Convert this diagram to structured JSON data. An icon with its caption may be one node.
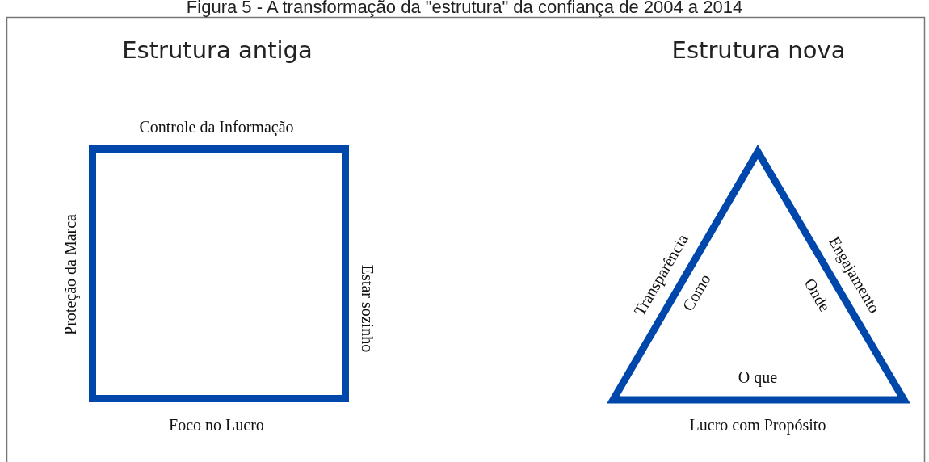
{
  "diagram": {
    "title": "Figura 5 - A transformação da \"estrutura\" da confiança de 2004 a 2014",
    "nodes": [
      {
        "text": [],
        "shape": "box",
        "beside": [
          "Controle da Informação",
          "Proteção da Marca",
          "Estar sozinho",
          "Foco no Lucro"
        ]
      },
      {
        "text": [
          "Como",
          "Onde",
          "O que"
        ],
        "beside": [
          "Transparência",
          "Engajamento",
          "Lucro com Propósito"
        ]
      }
    ],
    "edges": [],
    "labels": [
      "Estrutura antiga",
      "Estrutura nova"
    ]
  }
}
